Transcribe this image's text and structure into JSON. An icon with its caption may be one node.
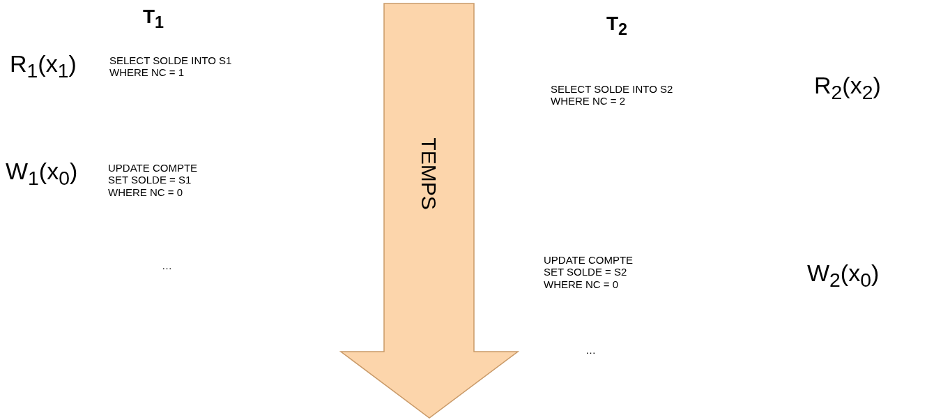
{
  "diagram": {
    "nodes": [
      {
        "text": [
          "TEMPS"
        ]
      }
    ],
    "edges": [],
    "labels": [
      "T$_{1}$",
      "T$_{2}$",
      "R$_{1}$(x$_{1}$)",
      "SELECT SOLDE INTO S1 WHERE NC = 1",
      "SELECT SOLDE INTO S2 WHERE NC = 2",
      "R$_{2}$(x$_{2}$)",
      "W$_{1}$(x$_{0}$)",
      "UPDATE COMPTE SET SOLDE = S1 WHERE NC = 0",
      "…",
      "UPDATE COMPTE SET SOLDE = S2 WHERE NC = 0",
      "W$_{2}$(x$_{0}$)",
      "…"
    ]
  }
}
